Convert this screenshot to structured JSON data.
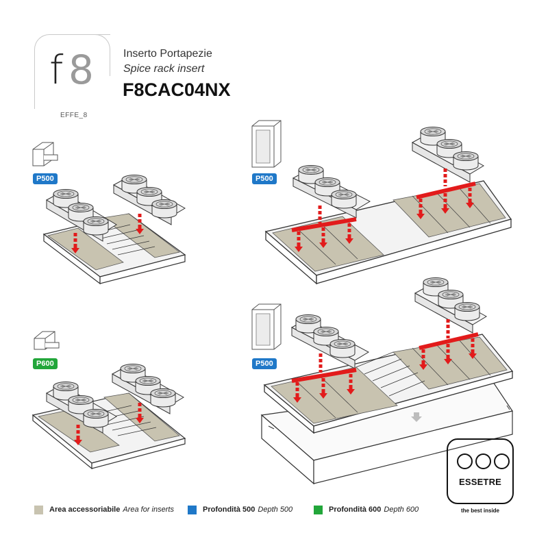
{
  "header": {
    "logo_f": "f",
    "logo_8": "8",
    "brand_code": "EFFE_8",
    "title_it": "Inserto Portapezie",
    "title_en": "Spice rack insert",
    "product_code": "F8CAC04NX"
  },
  "panels": {
    "top_left_badge": "P500",
    "top_right_badge": "P500",
    "bottom_left_badge": "P600",
    "bottom_right_badge": "P500"
  },
  "legend": {
    "area_it": "Area accessoriabile",
    "area_en": "Area for inserts",
    "depth500_it": "Profondità 500",
    "depth500_en": "Depth 500",
    "depth600_it": "Profondità 600",
    "depth600_en": "Depth 600"
  },
  "brand": {
    "name": "ESSETRE",
    "tagline": "the best inside"
  },
  "colors": {
    "area": "#c8c3b0",
    "depth500": "#1f78c8",
    "depth600": "#22a63a",
    "arrow": "#e21b1b"
  }
}
